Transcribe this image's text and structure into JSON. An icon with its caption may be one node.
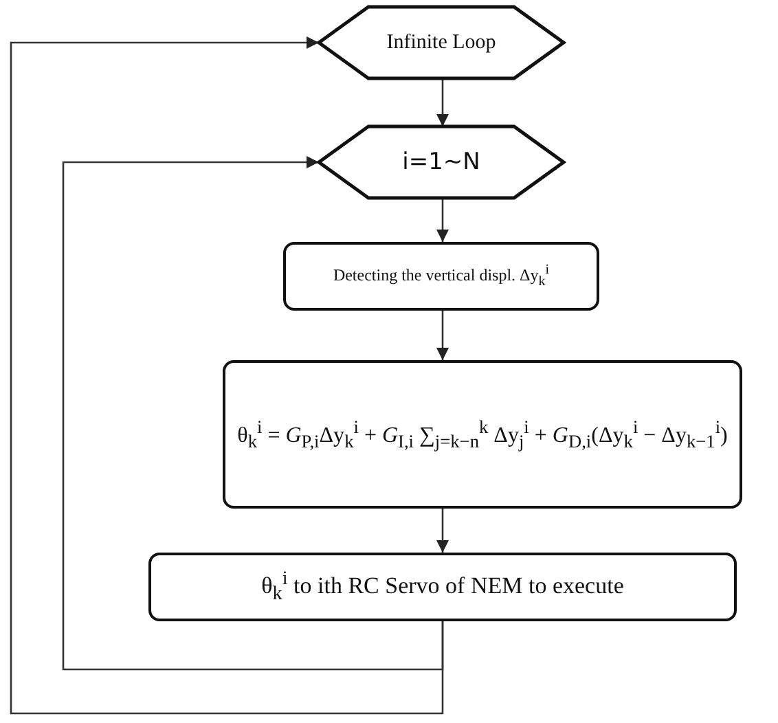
{
  "diagram": {
    "nodes": [
      {
        "text": [
          "Infinite Loop"
        ]
      },
      {
        "text": [
          "i=1~N"
        ]
      },
      {
        "text": [
          "Detecting the vertical displ. Δy$_{k}$$^{i}$"
        ]
      },
      {
        "text": [
          "θ$_{k}$$^{i}$ = *G*$_{P,i}$Δy$_{k}$$^{i}$ + *G*$_{I,i}$ ∑$_{j=k−n}$$^{k}$ Δy$_{j}$$^{i}$ + *G*$_{D,i}$(Δy$_{k}$$^{i}$ − Δy$_{k−1}$$^{i}$)"
        ]
      },
      {
        "text": [
          "θ$_{k}$$^{i}$ to ith RC Servo of NEM to execute"
        ]
      }
    ],
    "edges": [
      {
        "from": 0,
        "to": 1,
        "arrow": "to"
      },
      {
        "from": 1,
        "to": 2,
        "arrow": "to"
      },
      {
        "from": 2,
        "to": 3,
        "arrow": "to"
      },
      {
        "from": 3,
        "to": 4,
        "arrow": "to"
      },
      {
        "from": 4,
        "to": 1,
        "arrow": "to"
      },
      {
        "from": 4,
        "to": 0,
        "arrow": "to"
      }
    ]
  }
}
